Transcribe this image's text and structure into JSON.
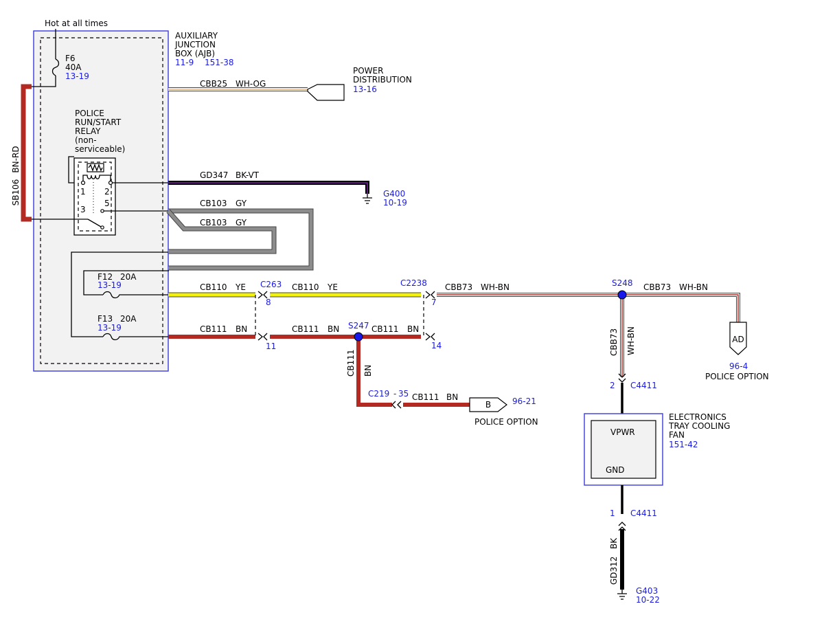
{
  "colors": {
    "bn_rd": "#b22a22",
    "bn": "#b22a22",
    "ye": "#f2f20a",
    "gy": "#8c8c8c",
    "wh": "#ffffff",
    "og": "#f0b070",
    "bk": "#000000",
    "vt": "#7a28a0",
    "wire_outline": "#444444",
    "ref": "#1a1ae6",
    "box_blue": "#3a3ae0",
    "box_fill": "#f2f2f2",
    "splice": "#1818e8"
  },
  "hot_label": "Hot at all times",
  "ajb": {
    "name_l1": "AUXILIARY",
    "name_l2": "JUNCTION",
    "name_l3": "BOX (AJB)",
    "ref1": "11-9",
    "ref2": "151-38"
  },
  "fuses": {
    "f6": {
      "name": "F6",
      "rating": "40A",
      "ref": "13-19"
    },
    "f12": {
      "name": "F12",
      "rating": "20A",
      "ref": "13-19"
    },
    "f13": {
      "name": "F13",
      "rating": "20A",
      "ref": "13-19"
    }
  },
  "relay": {
    "l1": "POLICE",
    "l2": "RUN/START",
    "l3": "RELAY",
    "l4": "(non-",
    "l5": "serviceable)",
    "pin1": "1",
    "pin2": "2",
    "pin3": "3",
    "pin5": "5"
  },
  "sb106": {
    "circuit": "SB106",
    "color": "BN-RD"
  },
  "wires": {
    "cbb25": {
      "circuit": "CBB25",
      "color": "WH-OG"
    },
    "gd347": {
      "circuit": "GD347",
      "color": "BK-VT"
    },
    "cb103_a": {
      "circuit": "CB103",
      "color": "GY"
    },
    "cb103_b": {
      "circuit": "CB103",
      "color": "GY"
    },
    "cb110_a": {
      "circuit": "CB110",
      "color": "YE"
    },
    "cb110_b": {
      "circuit": "CB110",
      "color": "YE"
    },
    "cbb73_a": {
      "circuit": "CBB73",
      "color": "WH-BN"
    },
    "cbb73_b": {
      "circuit": "CBB73",
      "color": "WH-BN"
    },
    "cbb73_v": {
      "circuit": "CBB73",
      "color": "WH-BN"
    },
    "cb111_a": {
      "circuit": "CB111",
      "color": "BN"
    },
    "cb111_b": {
      "circuit": "CB111",
      "color": "BN"
    },
    "cb111_c": {
      "circuit": "CB111",
      "color": "BN"
    },
    "cb111_v": {
      "circuit": "CB111",
      "color": "BN"
    },
    "cb111_d": {
      "circuit": "CB111",
      "color": "BN"
    },
    "gd312": {
      "circuit": "GD312",
      "color": "BK"
    }
  },
  "power_distribution": {
    "l1": "POWER",
    "l2": "DISTRIBUTION",
    "ref": "13-16"
  },
  "g400": {
    "name": "G400",
    "ref": "10-19"
  },
  "g403": {
    "name": "G403",
    "ref": "10-22"
  },
  "connectors": {
    "c263": {
      "name": "C263",
      "pin_a": "8",
      "pin_b": "11"
    },
    "c2238": {
      "name": "C2238",
      "pin_a": "7",
      "pin_b": "14"
    },
    "c219": {
      "name": "C219",
      "pin": "35"
    },
    "c4411_top": {
      "name": "C4411",
      "pin": "2"
    },
    "c4411_bottom": {
      "name": "C4411",
      "pin": "1"
    }
  },
  "splices": {
    "s247": "S247",
    "s248": "S248"
  },
  "police_option_b": {
    "letter": "B",
    "ref": "96-21",
    "label": "POLICE OPTION"
  },
  "police_option_ad": {
    "letter": "AD",
    "ref": "96-4",
    "label": "POLICE OPTION"
  },
  "fan": {
    "l1": "ELECTRONICS",
    "l2": "TRAY COOLING",
    "l3": "FAN",
    "ref": "151-42",
    "vpwr": "VPWR",
    "gnd": "GND"
  }
}
